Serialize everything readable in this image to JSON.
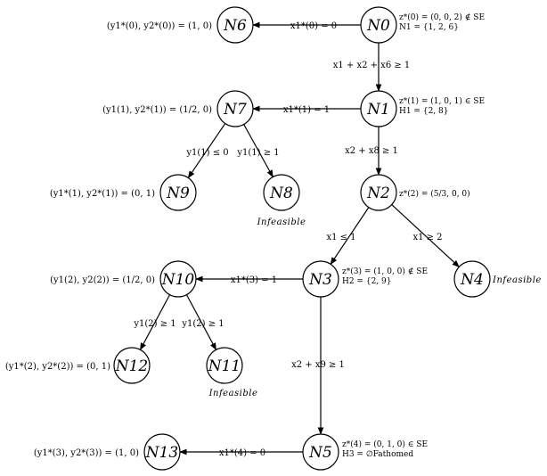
{
  "nodes": [
    {
      "id": "N0",
      "label": "N0",
      "info": [
        "z*(0) = (0, 0, 2) ∉ SE",
        "N1 = {1, 2, 6}"
      ]
    },
    {
      "id": "N1",
      "label": "N1",
      "info": [
        "z*(1) = (1, 0, 1) ∈ SE",
        "H1 = {2, 8}"
      ]
    },
    {
      "id": "N2",
      "label": "N2",
      "info": [
        "z*(2) = (5/3, 0, 0)"
      ]
    },
    {
      "id": "N3",
      "label": "N3",
      "info": [
        "z*(3) = (1, 0, 0) ∉ SE",
        "H2 = {2, 9}"
      ]
    },
    {
      "id": "N4",
      "label": "N4",
      "info": [
        "Infeasible"
      ]
    },
    {
      "id": "N5",
      "label": "N5",
      "info": [
        "z*(4) = (0, 1, 0) ∈ SE",
        "H3 = ∅Fathomed"
      ]
    },
    {
      "id": "N6",
      "label": "N6",
      "info": [
        "(y1*(0), y2*(0)) = (1, 0)"
      ]
    },
    {
      "id": "N7",
      "label": "N7",
      "info": [
        "(y1(1), y2*(1)) = (1/2, 0)"
      ]
    },
    {
      "id": "N8",
      "label": "N8",
      "info": [
        "Infeasible"
      ]
    },
    {
      "id": "N9",
      "label": "N9",
      "info": [
        "(y1*(1), y2*(1)) = (0, 1)"
      ]
    },
    {
      "id": "N10",
      "label": "N10",
      "info": [
        "(y1(2), y2(2)) = (1/2, 0)"
      ]
    },
    {
      "id": "N11",
      "label": "N11",
      "info": [
        "Infeasible"
      ]
    },
    {
      "id": "N12",
      "label": "N12",
      "info": [
        "(y1*(2), y2*(2)) = (0, 1)"
      ]
    },
    {
      "id": "N13",
      "label": "N13",
      "info": [
        "(y1*(3), y2*(3)) = (1, 0)"
      ]
    }
  ],
  "edges": [
    {
      "from": "N0",
      "to": "N6",
      "label": "x1*(0) = 0"
    },
    {
      "from": "N0",
      "to": "N1",
      "label": "x1 + x2 + x6 ≥ 1"
    },
    {
      "from": "N1",
      "to": "N7",
      "label": "x1*(1) = 1"
    },
    {
      "from": "N1",
      "to": "N2",
      "label": "x2 + x8 ≥ 1"
    },
    {
      "from": "N7",
      "to": "N9",
      "label": "y1(1) ≤ 0"
    },
    {
      "from": "N7",
      "to": "N8",
      "label": "y1(1) ≥ 1"
    },
    {
      "from": "N2",
      "to": "N3",
      "label": "x1 ≤ 1"
    },
    {
      "from": "N2",
      "to": "N4",
      "label": "x1 ≥ 2"
    },
    {
      "from": "N3",
      "to": "N10",
      "label": "x1*(3) = 1"
    },
    {
      "from": "N3",
      "to": "N5",
      "label": "x2 + x9 ≥ 1"
    },
    {
      "from": "N10",
      "to": "N12",
      "label": "y1(2) ≥ 1"
    },
    {
      "from": "N10",
      "to": "N11",
      "label": "y1(2) ≥ 1"
    },
    {
      "from": "N5",
      "to": "N13",
      "label": "x1*(4) = 0"
    }
  ]
}
